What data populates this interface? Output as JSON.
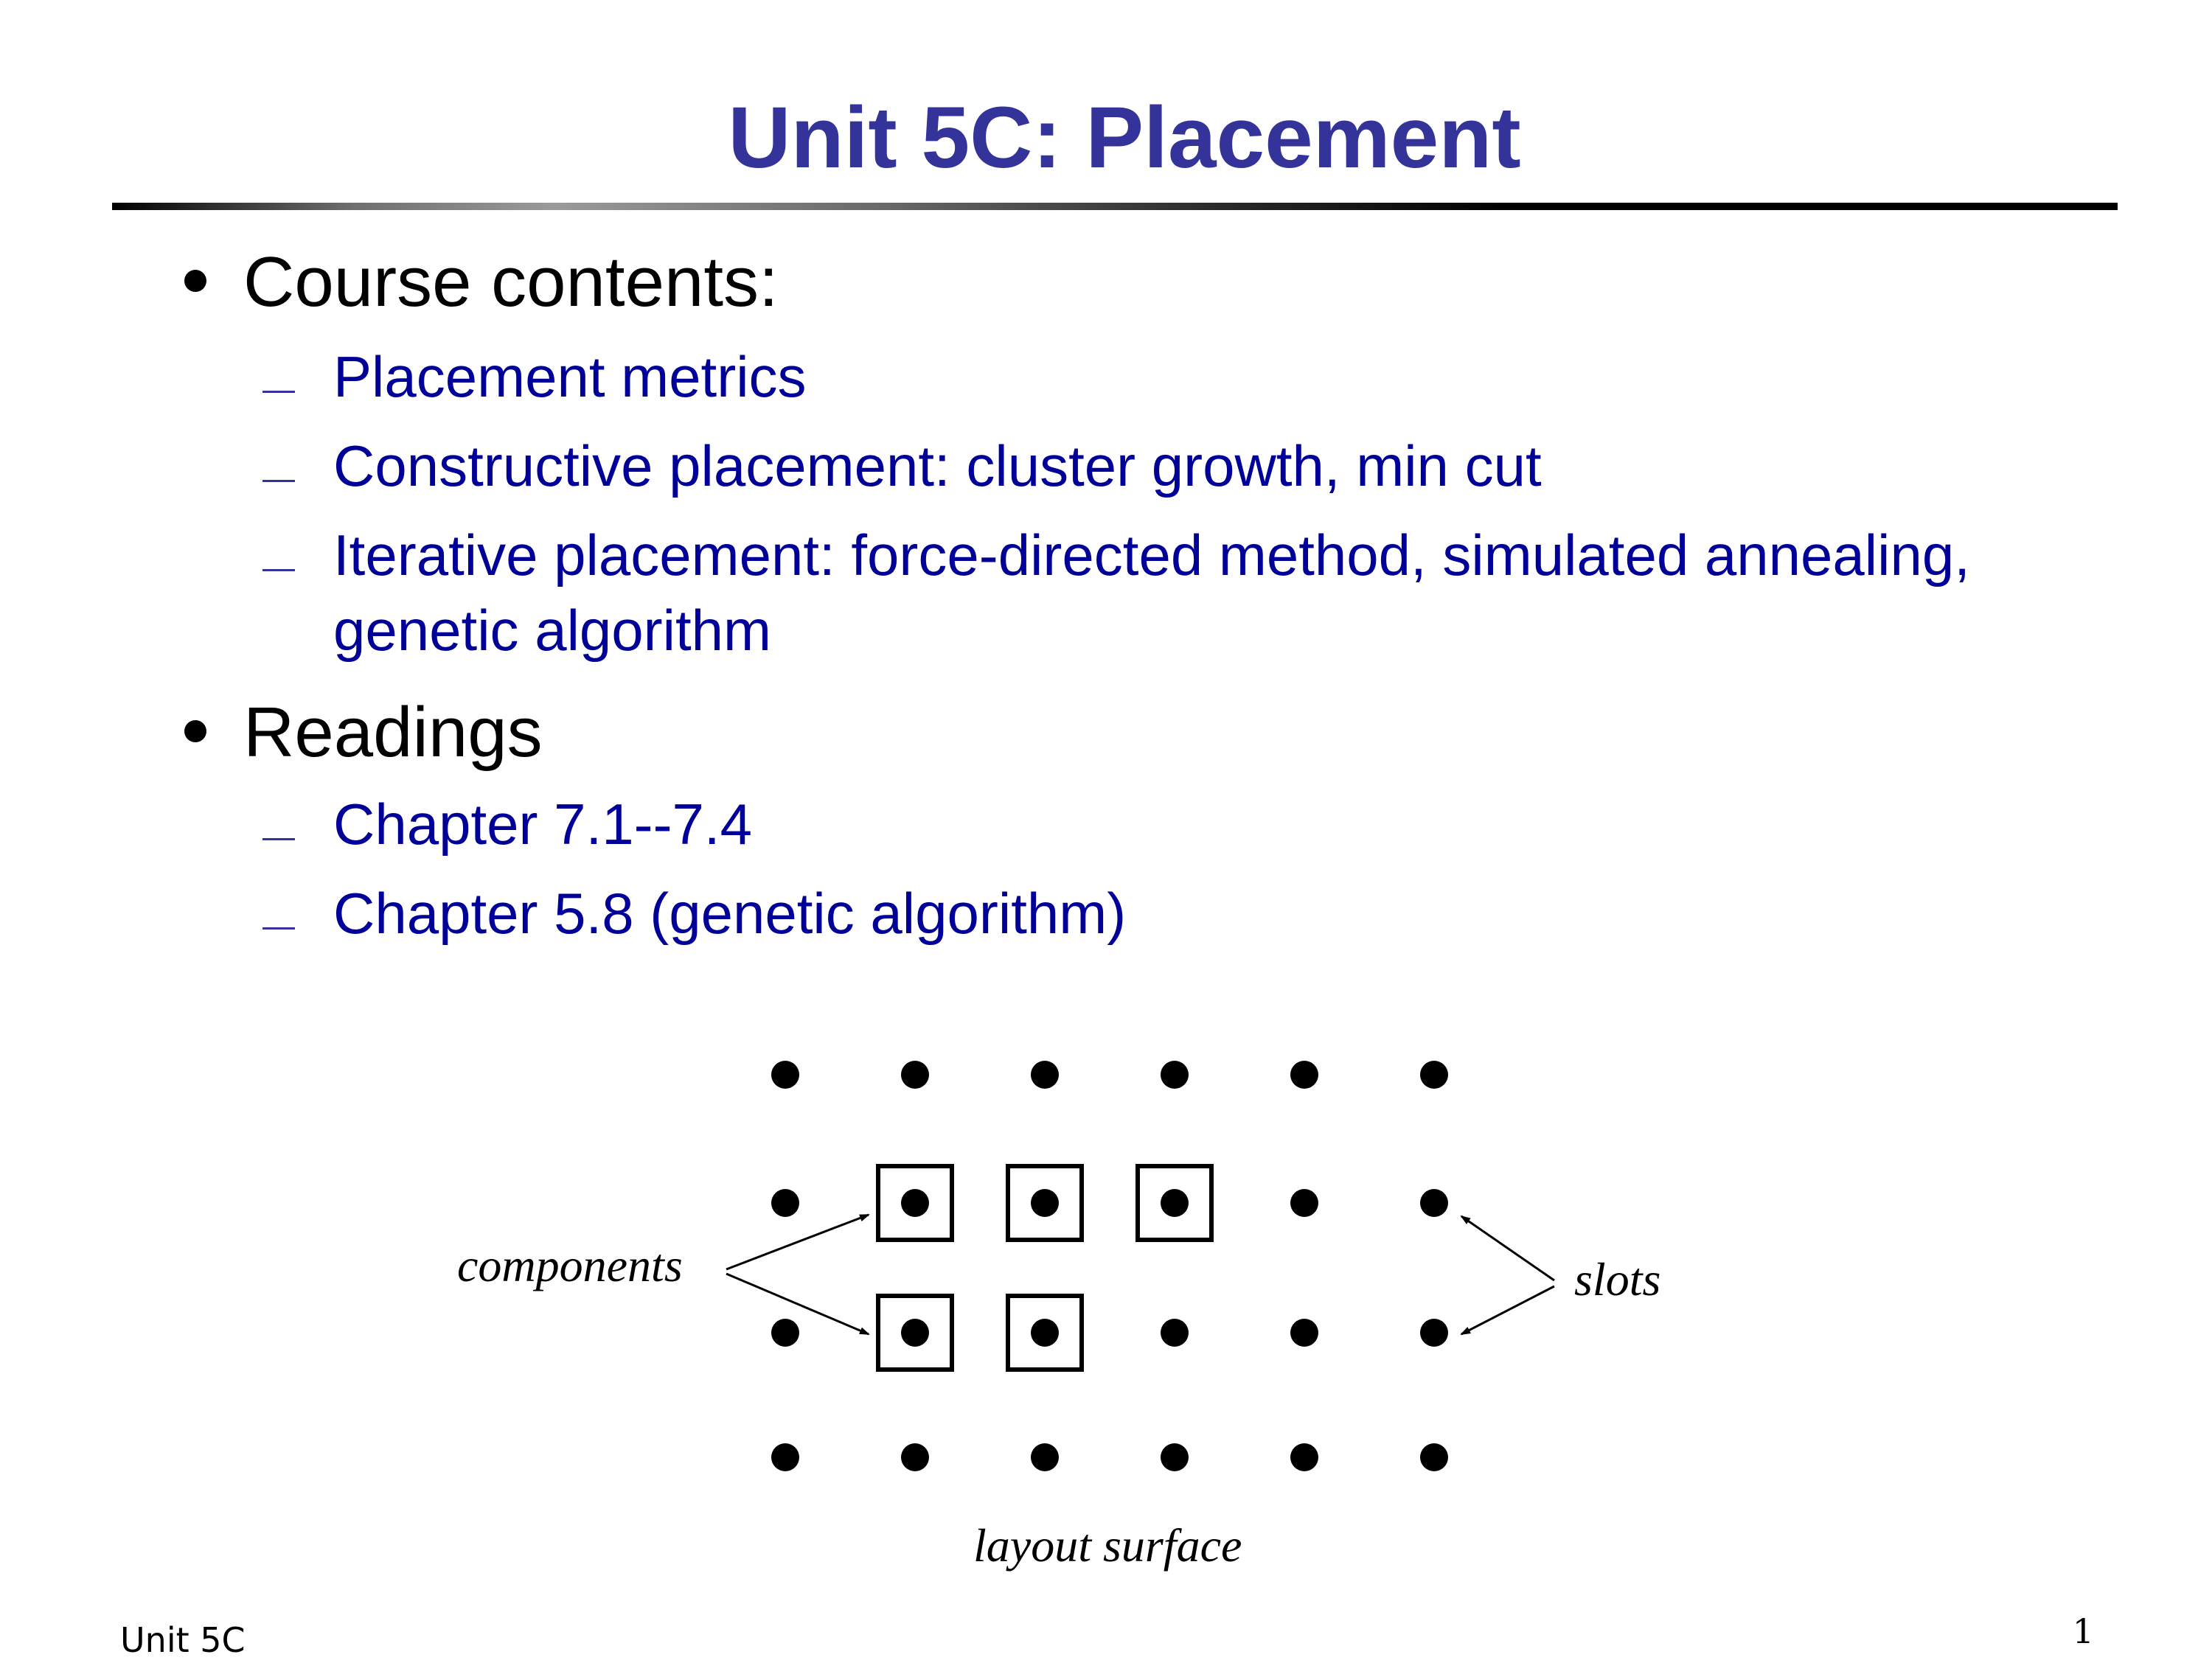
{
  "slide": {
    "title": "Unit 5C: Placement"
  },
  "bullets": [
    {
      "label": "Course contents:",
      "items": [
        "Placement metrics",
        "Constructive placement: cluster growth, min cut",
        "Iterative placement: force-directed method, simulated annealing,",
        "genetic algorithm"
      ]
    },
    {
      "label": "Readings",
      "items": [
        "Chapter 7.1--7.4",
        "Chapter 5.8 (genetic algorithm)"
      ]
    }
  ],
  "diagram": {
    "components_label": "components",
    "slots_label": "slots",
    "surface_label": "layout surface",
    "grid": {
      "rows": 4,
      "columns": 6,
      "component_cells": [
        [
          1,
          1
        ],
        [
          1,
          2
        ],
        [
          1,
          3
        ],
        [
          2,
          1
        ],
        [
          2,
          2
        ]
      ]
    }
  },
  "footer": {
    "left": "Unit 5C",
    "page_number": "1"
  }
}
